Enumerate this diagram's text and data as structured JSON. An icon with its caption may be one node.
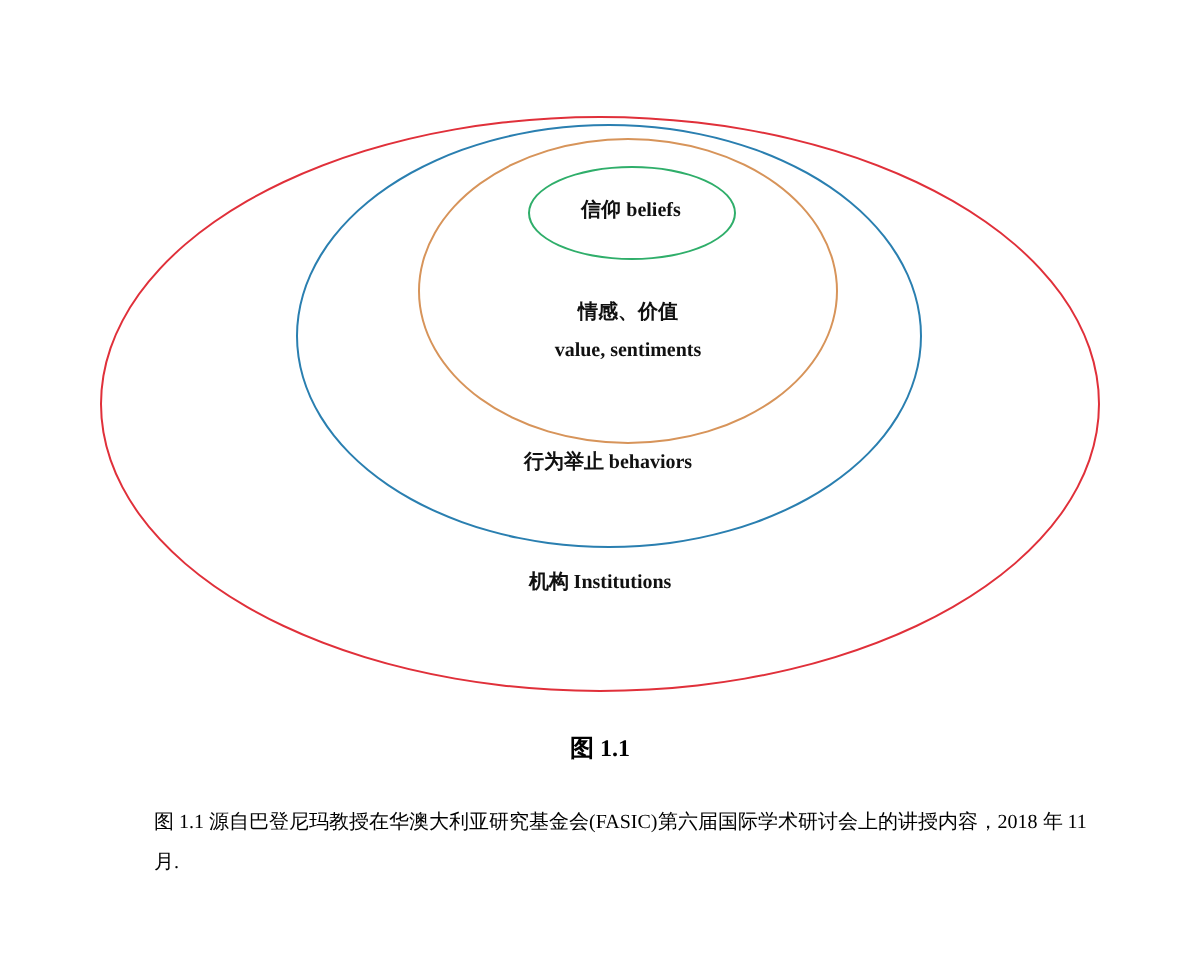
{
  "diagram": {
    "title": "图 1.1",
    "caption": "图 1.1 源自巴登尼玛教授在华澳大利亚研究基金会(FASIC)第六届国际学术研讨会上的讲授内容，2018 年 11 月.",
    "nodes": [
      {
        "text": [
          "机构 Institutions"
        ]
      },
      {
        "text": [
          "行为举止 behaviors"
        ],
        "in": 0
      },
      {
        "text": [
          "情感、价值",
          "value, sentiments"
        ],
        "in": 1
      },
      {
        "text": [
          "信仰 beliefs"
        ],
        "in": 2
      }
    ]
  }
}
